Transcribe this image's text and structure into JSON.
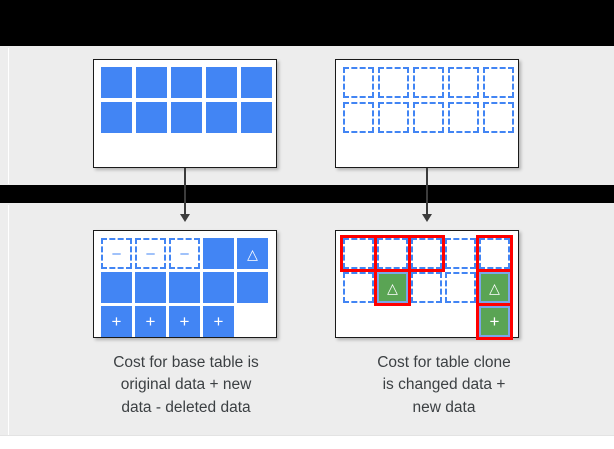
{
  "diagram": {
    "title": "Table clone storage cost diagram",
    "background_color": "#ededed",
    "band_color": "#000000",
    "colors": {
      "data_blue": "#4285f4",
      "changed_green": "#5aa454",
      "highlight_red": "#ff0000",
      "card_white": "#ffffff",
      "text_gray": "#3c4043"
    }
  },
  "top_panel": {
    "base_table": {
      "name": "base-table-original",
      "rows": [
        [
          {
            "style": "solid",
            "glyph": ""
          },
          {
            "style": "solid",
            "glyph": ""
          },
          {
            "style": "solid",
            "glyph": ""
          },
          {
            "style": "solid",
            "glyph": ""
          },
          {
            "style": "solid",
            "glyph": ""
          }
        ],
        [
          {
            "style": "solid",
            "glyph": ""
          },
          {
            "style": "solid",
            "glyph": ""
          },
          {
            "style": "solid",
            "glyph": ""
          },
          {
            "style": "solid",
            "glyph": ""
          },
          {
            "style": "solid",
            "glyph": ""
          }
        ]
      ]
    },
    "clone_table": {
      "name": "clone-table-initial",
      "rows": [
        [
          {
            "style": "dashed",
            "glyph": ""
          },
          {
            "style": "dashed",
            "glyph": ""
          },
          {
            "style": "dashed",
            "glyph": ""
          },
          {
            "style": "dashed",
            "glyph": ""
          },
          {
            "style": "dashed",
            "glyph": ""
          }
        ],
        [
          {
            "style": "dashed",
            "glyph": ""
          },
          {
            "style": "dashed",
            "glyph": ""
          },
          {
            "style": "dashed",
            "glyph": ""
          },
          {
            "style": "dashed",
            "glyph": ""
          },
          {
            "style": "dashed",
            "glyph": ""
          }
        ]
      ]
    }
  },
  "bottom_panel": {
    "base_table": {
      "name": "base-table-after",
      "rows": [
        [
          {
            "style": "dashed",
            "glyph": "–",
            "glyph_color": "blue",
            "ring": false
          },
          {
            "style": "dashed",
            "glyph": "–",
            "glyph_color": "blue",
            "ring": false
          },
          {
            "style": "dashed",
            "glyph": "–",
            "glyph_color": "blue",
            "ring": false
          },
          {
            "style": "solid",
            "glyph": "",
            "glyph_color": "white",
            "ring": false
          },
          {
            "style": "solid",
            "glyph": "△",
            "glyph_color": "white",
            "ring": false
          }
        ],
        [
          {
            "style": "solid",
            "glyph": "",
            "glyph_color": "white",
            "ring": false
          },
          {
            "style": "solid",
            "glyph": "",
            "glyph_color": "white",
            "ring": false
          },
          {
            "style": "solid",
            "glyph": "",
            "glyph_color": "white",
            "ring": false
          },
          {
            "style": "solid",
            "glyph": "",
            "glyph_color": "white",
            "ring": false
          },
          {
            "style": "solid",
            "glyph": "",
            "glyph_color": "white",
            "ring": false
          }
        ],
        [
          {
            "style": "solid",
            "glyph": "+",
            "glyph_color": "white",
            "ring": false
          },
          {
            "style": "solid",
            "glyph": "+",
            "glyph_color": "white",
            "ring": false
          },
          {
            "style": "solid",
            "glyph": "+",
            "glyph_color": "white",
            "ring": false
          },
          {
            "style": "solid",
            "glyph": "+",
            "glyph_color": "white",
            "ring": false
          },
          {
            "style": "empty",
            "glyph": "",
            "glyph_color": "white",
            "ring": false
          }
        ]
      ],
      "caption": "Cost for base table is original data + new data - deleted data",
      "caption_lines": [
        "Cost for base table is",
        "original data + new",
        "data - deleted data"
      ]
    },
    "clone_table": {
      "name": "clone-table-after",
      "rows": [
        [
          {
            "style": "dashed",
            "glyph": "",
            "glyph_color": "white",
            "ring": true
          },
          {
            "style": "dashed",
            "glyph": "",
            "glyph_color": "white",
            "ring": true
          },
          {
            "style": "dashed",
            "glyph": "",
            "glyph_color": "white",
            "ring": true
          },
          {
            "style": "dashed",
            "glyph": "",
            "glyph_color": "white",
            "ring": false
          },
          {
            "style": "dashed",
            "glyph": "",
            "glyph_color": "white",
            "ring": true
          }
        ],
        [
          {
            "style": "dashed",
            "glyph": "",
            "glyph_color": "white",
            "ring": false
          },
          {
            "style": "green",
            "glyph": "△",
            "glyph_color": "white",
            "ring": true
          },
          {
            "style": "dashed",
            "glyph": "",
            "glyph_color": "white",
            "ring": false
          },
          {
            "style": "dashed",
            "glyph": "",
            "glyph_color": "white",
            "ring": false
          },
          {
            "style": "green",
            "glyph": "△",
            "glyph_color": "white",
            "ring": true
          }
        ],
        [
          {
            "style": "empty",
            "glyph": "",
            "glyph_color": "white",
            "ring": false
          },
          {
            "style": "empty",
            "glyph": "",
            "glyph_color": "white",
            "ring": false
          },
          {
            "style": "empty",
            "glyph": "",
            "glyph_color": "white",
            "ring": false
          },
          {
            "style": "empty",
            "glyph": "",
            "glyph_color": "white",
            "ring": false
          },
          {
            "style": "green",
            "glyph": "+",
            "glyph_color": "white",
            "ring": true
          }
        ]
      ],
      "caption": "Cost for table clone is changed data + new data",
      "caption_lines": [
        "Cost for table clone",
        "is changed data +",
        "new data"
      ]
    }
  },
  "arrows": [
    {
      "name": "arrow-base-table",
      "from": "base-table-original",
      "to": "base-table-after"
    },
    {
      "name": "arrow-clone-table",
      "from": "clone-table-initial",
      "to": "clone-table-after"
    }
  ]
}
